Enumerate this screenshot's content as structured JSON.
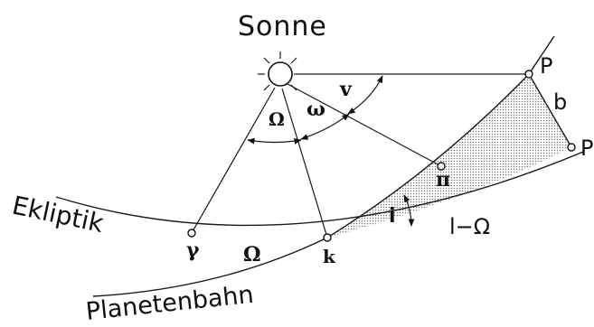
{
  "labels": {
    "sun": "Sonne",
    "ecliptic": "Ekliptik",
    "orbit": "Planetenbahn",
    "P": "P",
    "P_prime": "P",
    "b": "b",
    "v": "v",
    "omega": "ω",
    "Omega_angle": "Ω",
    "Omega_arc": "Ω",
    "gamma": "γ",
    "k": "k",
    "pi": "π",
    "i": "i",
    "l_minus_Omega": "l−Ω"
  },
  "colors": {
    "ink": "#111111",
    "background": "#ffffff",
    "shading": "#bdbdbd"
  }
}
